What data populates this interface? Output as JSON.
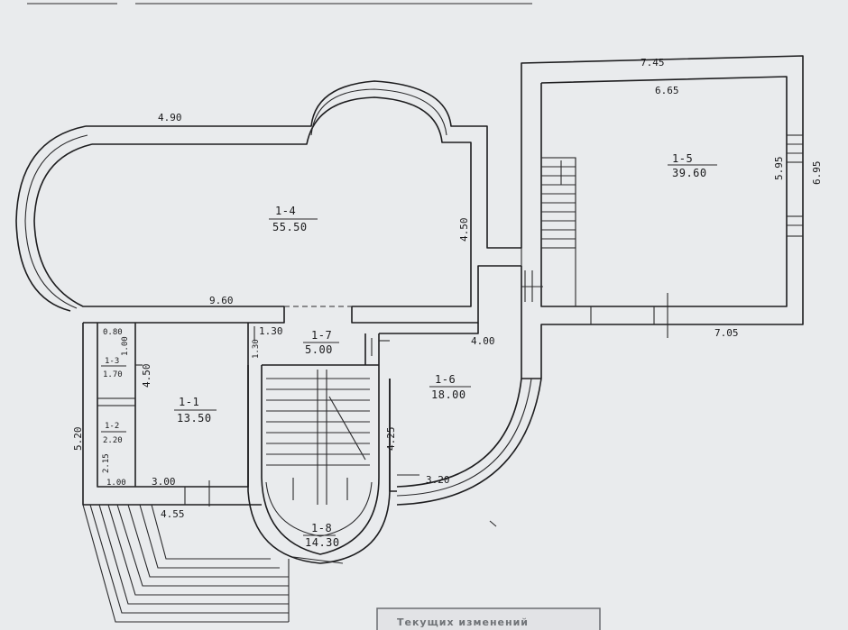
{
  "rooms": {
    "r1_1": {
      "id": "1-1",
      "area": "13.50"
    },
    "r1_2": {
      "id": "1-2",
      "area": "2.20"
    },
    "r1_3": {
      "id": "1-3",
      "area": "1.70"
    },
    "r1_4": {
      "id": "1-4",
      "area": "55.50"
    },
    "r1_5": {
      "id": "1-5",
      "area": "39.60"
    },
    "r1_6": {
      "id": "1-6",
      "area": "18.00"
    },
    "r1_7": {
      "id": "1-7",
      "area": "5.00"
    },
    "r1_8": {
      "id": "1-8",
      "area": "14.30"
    }
  },
  "dimensions": {
    "top_left": "4.90",
    "top_right_outer": "7.45",
    "top_right_inner": "6.65",
    "right_inner": "5.95",
    "right_outer": "6.95",
    "hall_height": "4.50",
    "hall_width": "9.60",
    "corridor": "1.30",
    "corridor_v": "1.30",
    "room_1_1_side": "4.50",
    "room_1_6_top": "4.00",
    "room_1_6_side": "4.25",
    "room_1_6_bottom": "3.20",
    "room_1_1_bottom": "3.00",
    "left_wall": "5.20",
    "small_room_w": "0.80",
    "small_room_side": "1.00",
    "small_room_h": "2.15",
    "bottom_small": "1.00",
    "stairs": "4.55",
    "room_1_5_bottom": "7.05"
  },
  "stamp": {
    "text": "Текущих изменений"
  }
}
